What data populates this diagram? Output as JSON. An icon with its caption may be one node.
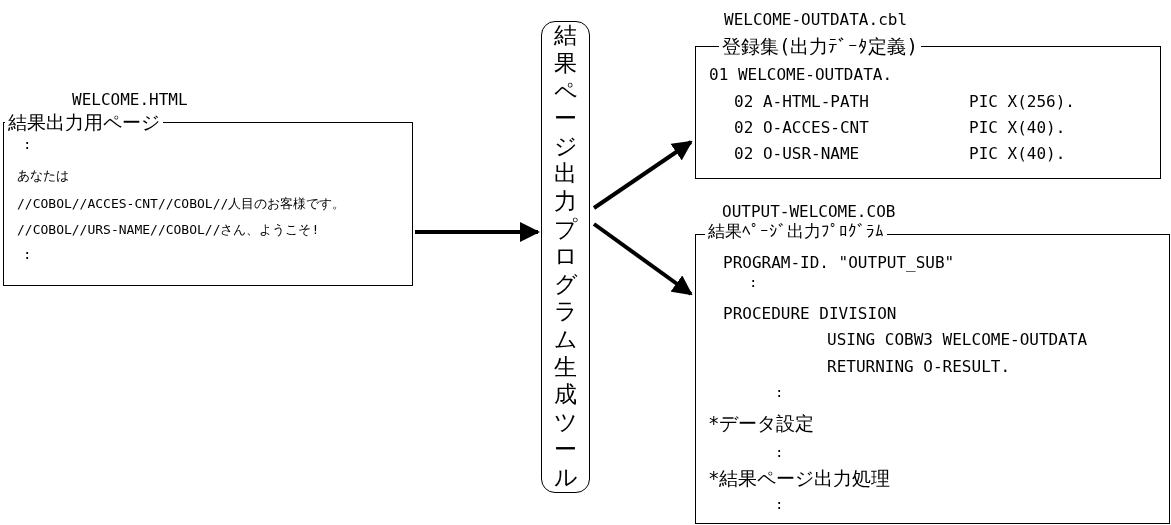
{
  "diagram": {
    "nodes": [
      {
        "text": [
          "WELCOME.HTML",
          "結果出力用ページ",
          ":",
          "あなたは",
          "//COBOL//ACCES-CNT//COBOL//人目のお客様です。",
          "//COBOL//URS-NAME//COBOL//さん、ようこそ!",
          ":"
        ]
      },
      {
        "text": [
          "結果ページ出力プログラム生成ツール"
        ]
      },
      {
        "text": [
          "WELCOME-OUTDATA.cbl",
          "登録集(出力ﾃﾞｰﾀ定義)",
          "01 WELCOME-OUTDATA.",
          "02 A-HTML-PATH",
          "PIC X(256).",
          "02 O-ACCES-CNT",
          "PIC X(40).",
          "02 O-USR-NAME",
          "PIC X(40)."
        ]
      },
      {
        "text": [
          "OUTPUT-WELCOME.COB",
          "結果ﾍﾟｰｼﾞ出力ﾌﾟﾛｸﾞﾗﾑ",
          "PROGRAM-ID. \"OUTPUT_SUB\"",
          ":",
          "PROCEDURE DIVISION",
          "USING COBW3 WELCOME-OUTDATA",
          "RETURNING O-RESULT.",
          ":",
          "*データ設定",
          ":",
          "*結果ページ出力処理",
          ":"
        ]
      }
    ],
    "edges": [
      {
        "from": 0,
        "to": 1,
        "arrow": "to"
      },
      {
        "from": 1,
        "to": 2,
        "arrow": "to"
      },
      {
        "from": 1,
        "to": 3,
        "arrow": "to"
      }
    ]
  }
}
